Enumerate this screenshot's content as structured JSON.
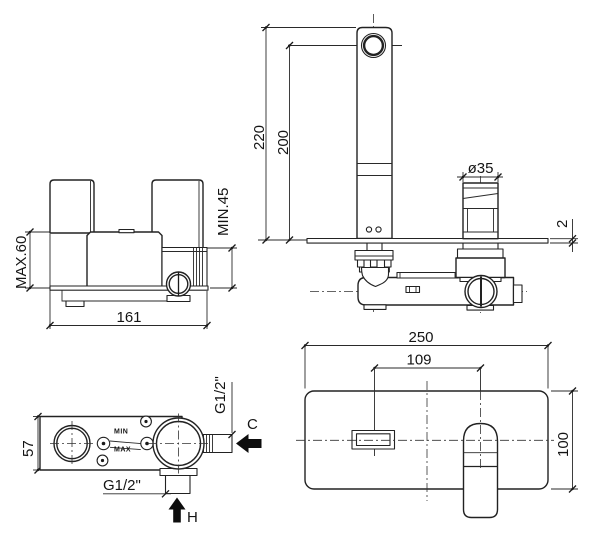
{
  "drawing": {
    "front_view": {
      "dim_max_depth": "MAX.60",
      "dim_min_depth": "MIN.45",
      "dim_width": "161"
    },
    "side_view": {
      "dim_total_height": "220",
      "dim_spout_height": "200",
      "dim_handle_diameter": "ø35",
      "dim_plate_thickness": "2"
    },
    "top_view": {
      "dim_depth": "57",
      "label_min": "MIN",
      "label_max": "MAX",
      "cold_thread": "G1/2\"",
      "hot_thread": "G1/2\"",
      "cold_label": "C",
      "hot_label": "H"
    },
    "plate_view": {
      "dim_width": "250",
      "dim_spout_to_handle": "109",
      "dim_height": "100"
    },
    "colors": {
      "line": "#222222",
      "background": "#ffffff"
    }
  }
}
